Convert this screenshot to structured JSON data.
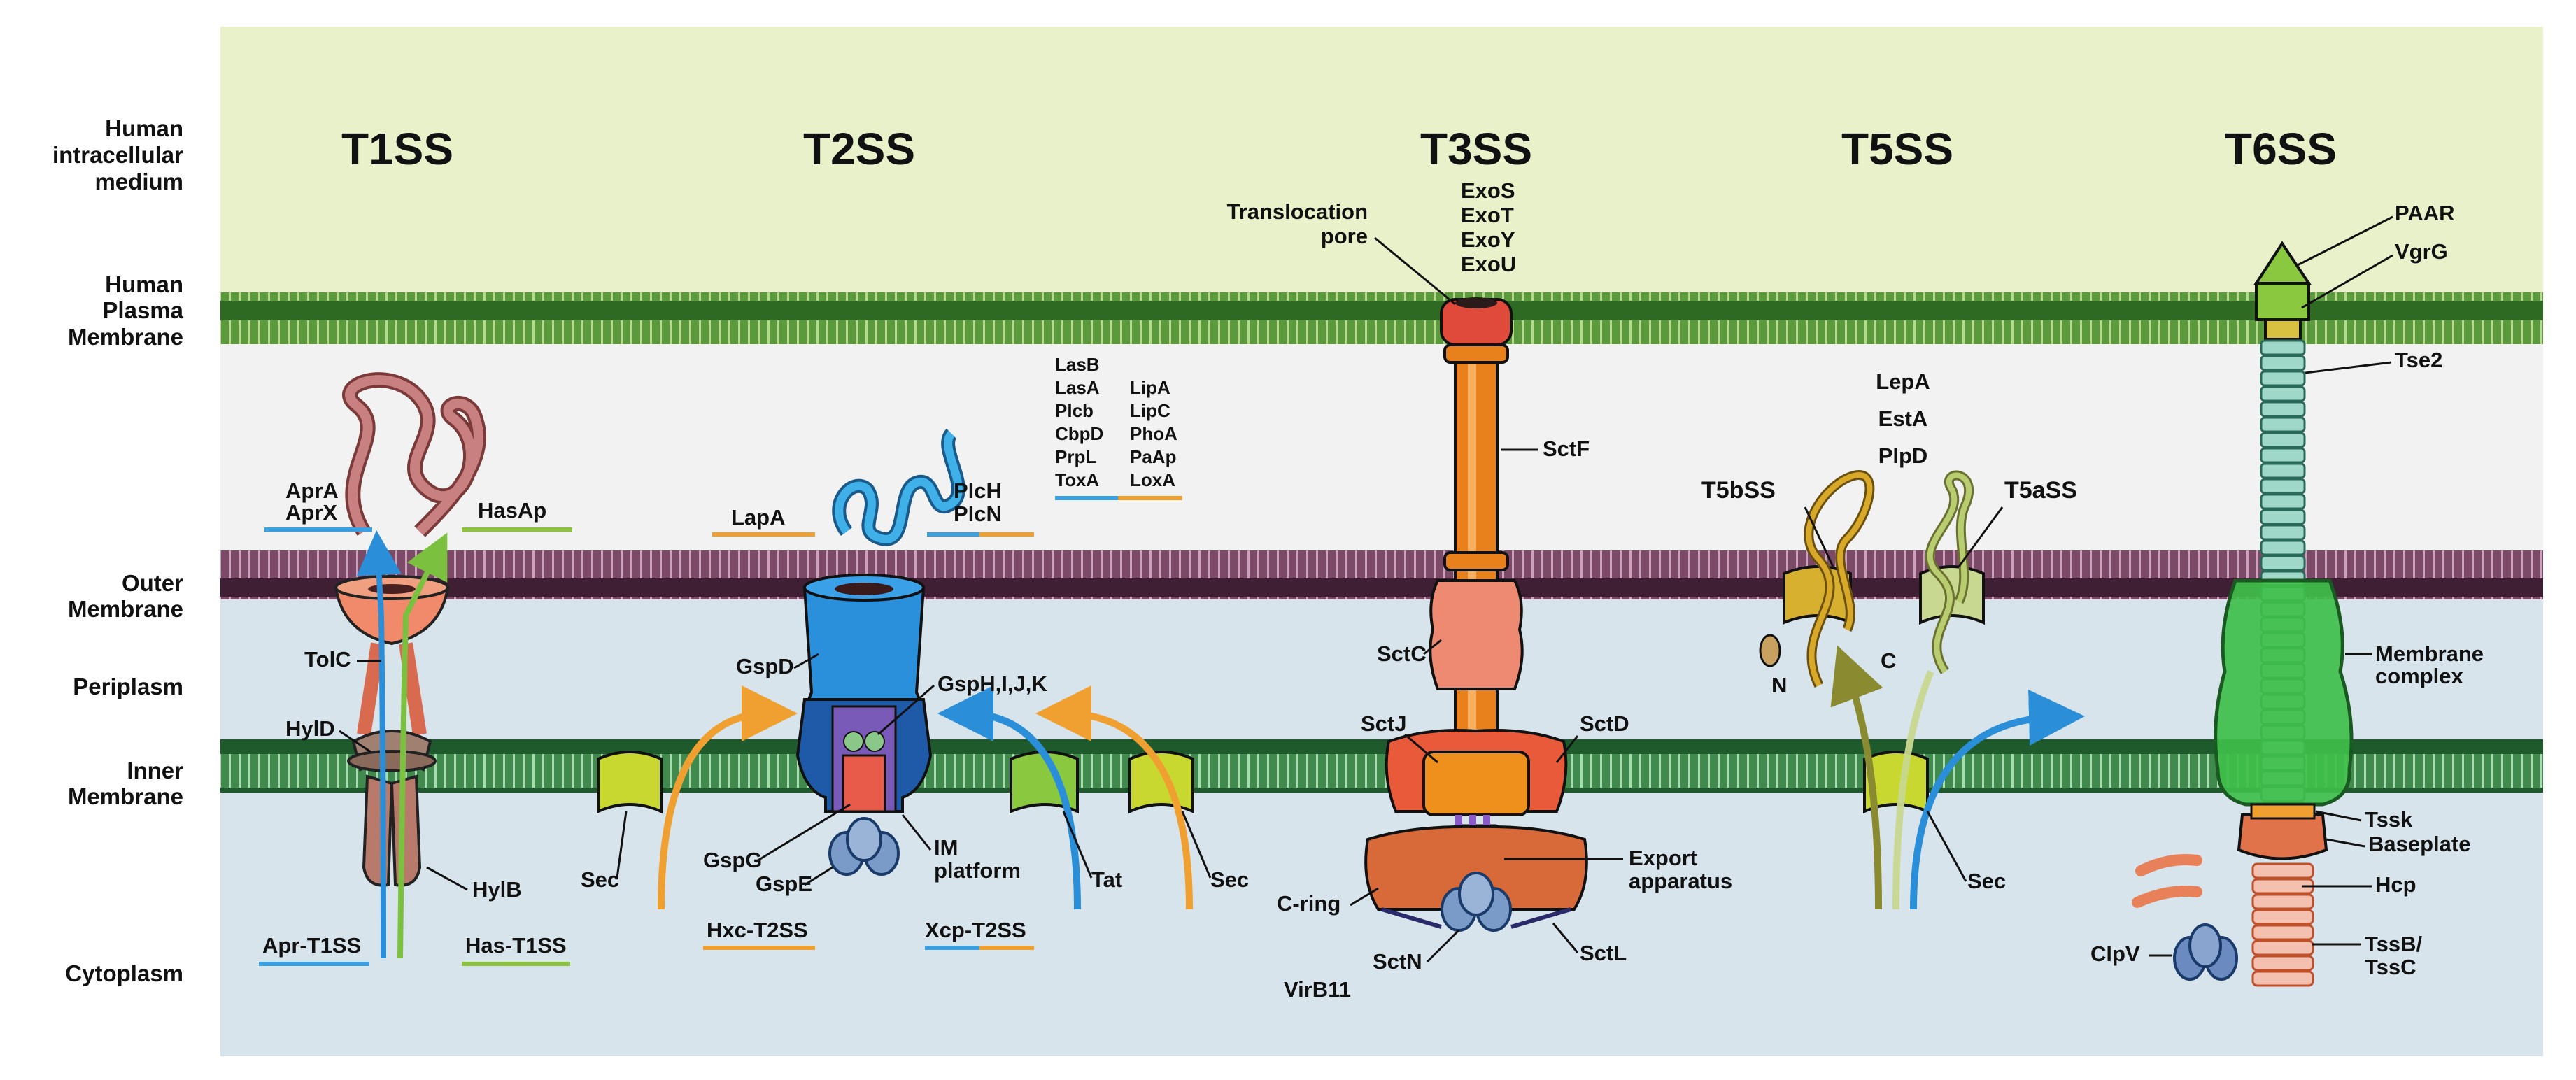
{
  "regions": {
    "intracellular": [
      "Human",
      "intracellular",
      "medium"
    ],
    "plasma": [
      "Human",
      "Plasma",
      "Membrane"
    ],
    "outer": [
      "Outer",
      "Membrane"
    ],
    "periplasm": [
      "Periplasm"
    ],
    "inner": [
      "Inner",
      "Membrane"
    ],
    "cytoplasm": [
      "Cytoplasm"
    ]
  },
  "systems": {
    "t1ss": {
      "title": "T1SS",
      "apr_group": [
        "AprA",
        "AprX"
      ],
      "hasap": "HasAp",
      "tolc": "TolC",
      "hyld": "HylD",
      "hylb": "HylB",
      "apr_t1ss": "Apr-T1SS",
      "has_t1ss": "Has-T1SS"
    },
    "t2ss": {
      "title": "T2SS",
      "lapa": "LapA",
      "plc_group": [
        "PlcH",
        "PlcN"
      ],
      "substrates_left": [
        "LasB",
        "LasA",
        "Plcb",
        "CbpD",
        "PrpL",
        "ToxA"
      ],
      "substrates_right": [
        "LipA",
        "LipC",
        "PhoA",
        "PaAp",
        "LoxA"
      ],
      "gspd": "GspD",
      "gsphijk": "GspH,I,J,K",
      "gspg": "GspG",
      "gspe": "GspE",
      "im_platform": [
        "IM",
        "platform"
      ],
      "sec_left": "Sec",
      "tat": "Tat",
      "sec_right": "Sec",
      "hxc": "Hxc-T2SS",
      "xcp": "Xcp-T2SS"
    },
    "t3ss": {
      "title": "T3SS",
      "effectors": [
        "ExoS",
        "ExoT",
        "ExoY",
        "ExoU"
      ],
      "translocation_pore": [
        "Translocation",
        "pore"
      ],
      "sctf": "SctF",
      "sctc": "SctC",
      "sctj": "SctJ",
      "sctd": "SctD",
      "export_apparatus": [
        "Export",
        "apparatus"
      ],
      "c_ring": "C-ring",
      "sctn": "SctN",
      "sctl": "SctL",
      "virb11": "VirB11"
    },
    "t5ss": {
      "title": "T5SS",
      "substrates": [
        "LepA",
        "EstA",
        "PlpD"
      ],
      "t5bss": "T5bSS",
      "t5ass": "T5aSS",
      "n": "N",
      "c": "C",
      "sec": "Sec"
    },
    "t6ss": {
      "title": "T6SS",
      "paar": "PAAR",
      "vgrg": "VgrG",
      "tse2": "Tse2",
      "membrane_complex": [
        "Membrane",
        "complex"
      ],
      "tssk": "Tssk",
      "baseplate": "Baseplate",
      "hcp": "Hcp",
      "tssbc": [
        "TssB/",
        "TssC"
      ],
      "clpv": "ClpV"
    }
  },
  "colors": {
    "intracellular_bg": "#e9f1cb",
    "interspace_bg": "#f2f2f2",
    "periplasm_bg": "#d8e4ec",
    "plasma_membrane": "#4e8f3a",
    "outer_membrane": "#7a3f60",
    "inner_membrane": "#3f8a4c",
    "t3ss_needle": "#e8801c",
    "t3ss_body": "#ef8a72",
    "t2ss_secretin": "#1e88d8",
    "t6ss_sheath": "#3fbf4a",
    "t6ss_tube": "#9fd8c8",
    "line_blue": "#3aa0e0",
    "line_orange": "#f0a030",
    "line_green": "#8cc040"
  }
}
